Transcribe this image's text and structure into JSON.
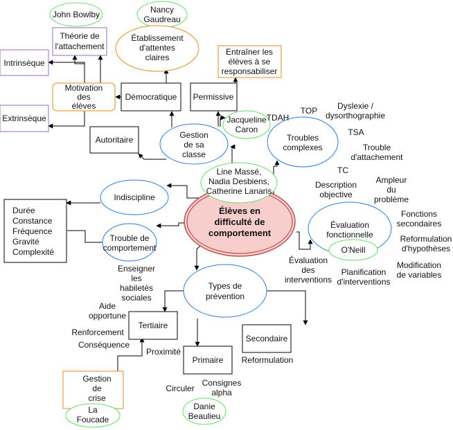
{
  "center": {
    "lines": [
      "Élèves en",
      "difficulté de",
      "comportement"
    ],
    "fill": "#f8cecc",
    "stroke": "#b85450"
  },
  "colors": {
    "blue": "#2b7bd8",
    "orange": "#e08a1e",
    "green": "#66dd66",
    "purple": "#9a6cc1",
    "black": "#000000"
  },
  "nodes": {
    "john_bowlby": [
      "John Bowlby"
    ],
    "theorie_attachement": [
      "Théorie de",
      "l'attachement"
    ],
    "nancy_gaudreau": [
      "Nancy",
      "Gaudreau"
    ],
    "etablissement_attentes": [
      "Établissement",
      "d'attentes",
      "claires"
    ],
    "entrainer_eleves": [
      "Entraîner les",
      "élèves à se",
      "responsabiliser"
    ],
    "intrinseque": [
      "Intrinsèque"
    ],
    "motivation": [
      "Motivation",
      "des",
      "élèves"
    ],
    "democratique": [
      "Démocratique"
    ],
    "permissive": [
      "Permissive"
    ],
    "extrinseque": [
      "Extrinsèque"
    ],
    "jacqueline_caron": [
      "Jacqueline",
      "Caron"
    ],
    "tdah": [
      "TDAH"
    ],
    "top": [
      "TOP"
    ],
    "dyslexie": [
      "Dyslexie /",
      "dysorthographie"
    ],
    "tsa": [
      "TSA"
    ],
    "trouble_attachement": [
      "Trouble",
      "d'attachement"
    ],
    "autoritaire": [
      "Autoritaire"
    ],
    "gestion_classe": [
      "Gestion",
      "de sa",
      "classe"
    ],
    "troubles_complexes": [
      "Troubles",
      "complexes"
    ],
    "tc": [
      "TC"
    ],
    "line_masse": [
      "Line Massé,",
      "Nadia Desbiens,",
      "Catherine Lanaris"
    ],
    "description_objective": [
      "Description",
      "objective"
    ],
    "ampleur_probleme": [
      "Ampleur",
      "du",
      "problème"
    ],
    "indiscipline": [
      "Indiscipline"
    ],
    "duree_list": [
      "Durée",
      "Constance",
      "Fréquence",
      "Gravité",
      "Complexité"
    ],
    "fonctions_secondaires": [
      "Fonctions",
      "secondaires"
    ],
    "evaluation_fonctionnelle": [
      "Évaluation",
      "fonctionnelle"
    ],
    "oneill": [
      "O'Neill"
    ],
    "reformulation_hypotheses": [
      "Reformulation",
      "d'hypothèses"
    ],
    "trouble_comportement": [
      "Trouble de",
      "comportement"
    ],
    "evaluation_interventions": [
      "Évaluation",
      "des",
      "interventions"
    ],
    "planification_interventions": [
      "Planification",
      "d'interventions"
    ],
    "modification_variables": [
      "Modification",
      "de variables"
    ],
    "enseigner_habiletes": [
      "Enseigner",
      "les",
      "habiletés",
      "sociales"
    ],
    "types_prevention": [
      "Types de",
      "prévention"
    ],
    "aide_opportune": [
      "Aide",
      "opportune"
    ],
    "tertiaire": [
      "Tertiaire"
    ],
    "renforcement": [
      "Renforcement"
    ],
    "consequence": [
      "Conséquence"
    ],
    "secondaire": [
      "Secondaire"
    ],
    "proximite": [
      "Proximité"
    ],
    "primaire": [
      "Primaire"
    ],
    "reformulation": [
      "Reformulation"
    ],
    "gestion_crise": [
      "Gestion",
      "de",
      "crise"
    ],
    "consignes_alpha": [
      "Consignes",
      "alpha"
    ],
    "circuler": [
      "Circuler"
    ],
    "la_foucade": [
      "La",
      "Foucade"
    ],
    "danie_beaulieu": [
      "Danie",
      "Beaulieu"
    ]
  }
}
